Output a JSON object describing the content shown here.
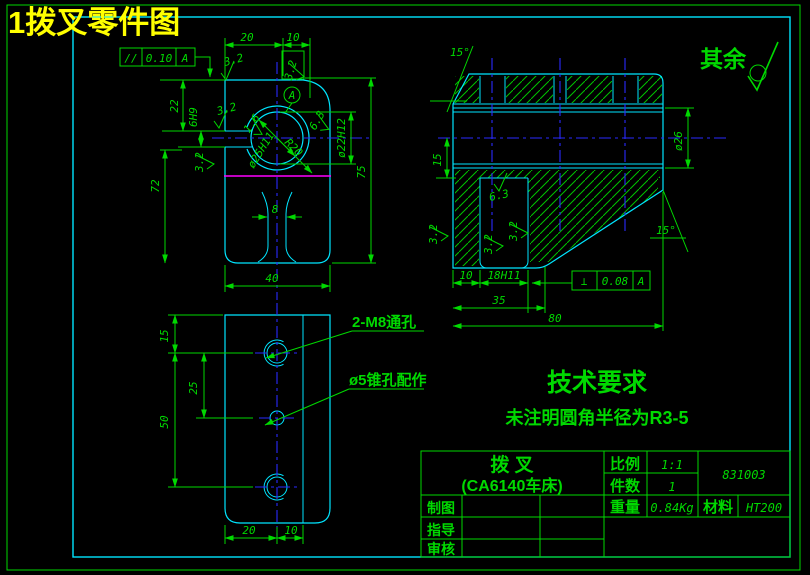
{
  "drawing_title": "1拨叉零件图",
  "surface_note": {
    "prefix": "其余"
  },
  "colors": {
    "background": "#000000",
    "part_outline": "#00e5ff",
    "annotation": "#00d900",
    "centerline": "#2a2aff",
    "highlight_line": "#ff00ff",
    "title_text": "#ffff00"
  },
  "tolerances": {
    "parallelism": {
      "symbol": "//",
      "value": "0.10",
      "datum": "A"
    },
    "perpendicularity": {
      "symbol": "⊥",
      "value": "0.08",
      "datum": "A"
    }
  },
  "front_view": {
    "dims": {
      "top_width": "20",
      "top_offset": "10",
      "left_height": "72",
      "slot_depth": "22",
      "slot_width": "6H9",
      "right_height": "75",
      "bore": "ø25H11",
      "radius": "R20",
      "hub_bore": "ø22H12",
      "rib_width": "8",
      "bottom_width": "40"
    },
    "roughness": {
      "top_face": "3.2",
      "right_face": "3.2",
      "slot_top": "3.2",
      "slot_bottom": "3.2",
      "bore_face": "1.6",
      "hub_face": "6.3"
    },
    "datum_label": "A"
  },
  "side_view": {
    "dims": {
      "chamfer_angle": "15°",
      "hub_bore": "ø26",
      "axis_offset": "15",
      "wall": "10",
      "groove": "18H11",
      "boss_width": "35",
      "total_width": "80",
      "face_angle": "15°"
    },
    "roughness": {
      "groove_top": "6.3",
      "left_face": "3.2",
      "groove_left": "3.2",
      "groove_right": "3.2"
    }
  },
  "bottom_view": {
    "dims": {
      "edge_offset": "15",
      "hole_pitch": "25",
      "hole_span": "50",
      "bottom_left": "20",
      "bottom_right": "10"
    },
    "notes": {
      "thread_holes": "2-M8通孔",
      "taper_hole": "ø5锥孔配作"
    }
  },
  "tech_requirements": {
    "heading": "技术要求",
    "item_1": "未注明圆角半径为R3-5"
  },
  "title_block": {
    "part_name": "拨  叉",
    "part_model": "(CA6140车床)",
    "scale_label": "比例",
    "scale_value": "1:1",
    "qty_label": "件数",
    "qty_value": "1",
    "drawing_no": "831003",
    "weight_label": "重量",
    "weight_value": "0.84Kg",
    "material_label": "材料",
    "material_value": "HT200",
    "drafter_label": "制图",
    "advisor_label": "指导",
    "checker_label": "审核"
  }
}
